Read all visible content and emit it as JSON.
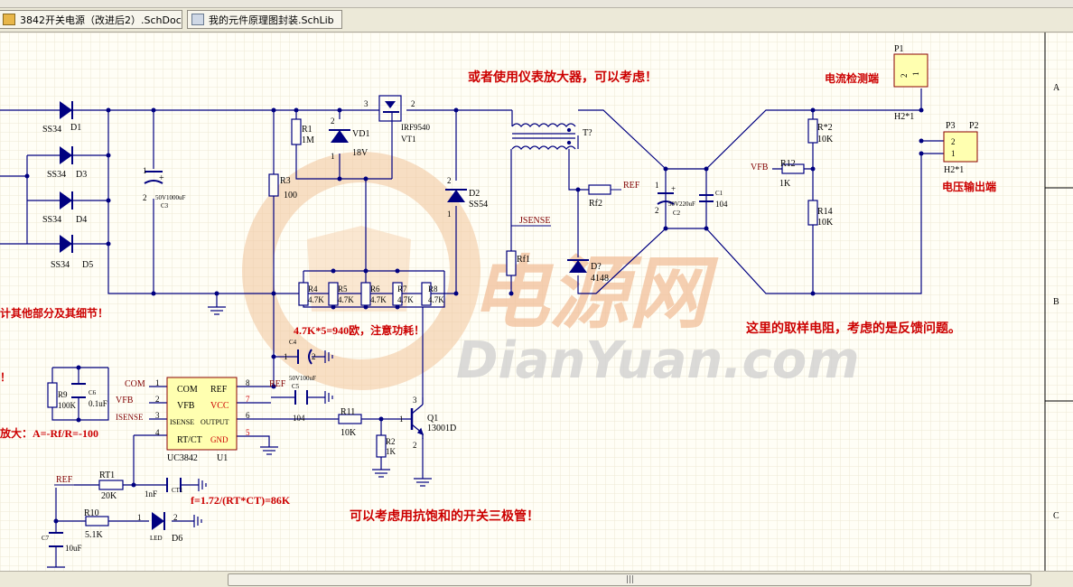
{
  "tabs": [
    {
      "label": "3842开关电源（改进后2）.SchDoc",
      "icon": "schematic-doc-icon",
      "active": true
    },
    {
      "label": "我的元件原理图封装.SchLib",
      "icon": "schematic-library-icon",
      "active": false
    }
  ],
  "watermark": {
    "chinese": "电源网",
    "latin": "DianYuan.com"
  },
  "border_zones": [
    "A",
    "B",
    "C"
  ],
  "annotations": {
    "amp": "或者使用仪表放大器，可以考虑！",
    "current_detect": "电流检测端",
    "voltage_out": "电压输出端",
    "feedback": "这里的取样电阻，考虑的是反馈问题。",
    "power_note": "4.7K*5=940欧，注意功耗！",
    "other_parts": "计其他部分及其细节！",
    "exclaim": "！",
    "amp_gain": "放大：A=-Rf/R=-100",
    "freq": "f=1.72/(RT*CT)=86K",
    "transistor": "可以考虑用抗饱和的开关三极管！"
  },
  "components": {
    "diodes": [
      {
        "ref": "D1",
        "part": "SS34"
      },
      {
        "ref": "D3",
        "part": "SS34"
      },
      {
        "ref": "D4",
        "part": "SS34"
      },
      {
        "ref": "D5",
        "part": "SS34"
      }
    ],
    "c3": {
      "ref": "C3",
      "value": "50V1000uF"
    },
    "r1": {
      "ref": "R1",
      "value": "1M"
    },
    "vd1": {
      "ref": "VD1",
      "value": "18V"
    },
    "vt1": {
      "ref": "VT1",
      "part": "IRF9540",
      "pin3": "3",
      "pin2": "2"
    },
    "r3": {
      "ref": "R3",
      "value": "100"
    },
    "d2": {
      "ref": "D2",
      "part": "SS54"
    },
    "t1": {
      "ref": "T?"
    },
    "rf2": {
      "ref": "Rf2"
    },
    "rf1": {
      "ref": "Rf1"
    },
    "d7": {
      "ref": "D?",
      "part": "4148"
    },
    "c2": {
      "ref": "C2",
      "value": "50V220uF"
    },
    "c1": {
      "ref": "C1",
      "value": "104"
    },
    "rstar": {
      "ref": "R*2",
      "value": "10K"
    },
    "r12": {
      "ref": "R12",
      "value": "1K"
    },
    "r14": {
      "ref": "R14",
      "value": "10K"
    },
    "p1": {
      "ref": "P1",
      "pins": [
        "2",
        "1"
      ],
      "part": "H2*1"
    },
    "p2": {
      "ref": "P2",
      "desig": "P3",
      "pins": [
        "2",
        "1"
      ],
      "part": "H2*1"
    },
    "rbank": [
      {
        "ref": "R4",
        "value": "4.7K"
      },
      {
        "ref": "R5",
        "value": "4.7K"
      },
      {
        "ref": "R6",
        "value": "4.7K"
      },
      {
        "ref": "R7",
        "value": "4.7K"
      },
      {
        "ref": "R8",
        "value": "4.7K"
      }
    ],
    "c4": {
      "ref": "C4",
      "value": "50V100uF"
    },
    "c5": {
      "ref": "C5",
      "value": "104"
    },
    "r9": {
      "ref": "R9",
      "value": "100K"
    },
    "c6": {
      "ref": "C6",
      "value": "0.1uF"
    },
    "uc": {
      "ref": "U1",
      "part": "UC3842"
    },
    "r11": {
      "ref": "R11",
      "value": "10K"
    },
    "r2": {
      "ref": "R2",
      "value": "1K"
    },
    "q1": {
      "ref": "Q1",
      "part": "13001D"
    },
    "rt1": {
      "ref": "RT1",
      "value": "20K"
    },
    "ct1": {
      "ref": "CT1",
      "value": "1nF"
    },
    "r10": {
      "ref": "R10",
      "value": "5.1K"
    },
    "c7": {
      "ref": "C7",
      "value": "10uF"
    },
    "d6": {
      "ref": "D6",
      "part": "LED"
    }
  },
  "ic_pins": {
    "left": [
      {
        "num": "1",
        "name": "COM"
      },
      {
        "num": "2",
        "name": "VFB"
      },
      {
        "num": "3",
        "name": "ISENSE"
      },
      {
        "num": "4",
        "name": "RT/CT"
      }
    ],
    "right": [
      {
        "num": "8",
        "name": "REF"
      },
      {
        "num": "7",
        "name": "VCC"
      },
      {
        "num": "6",
        "name": "OUTPUT"
      },
      {
        "num": "5",
        "name": "GND"
      }
    ]
  },
  "nets": {
    "com": "COM",
    "vfb": "VFB",
    "isense": "ISENSE",
    "ref": "REF",
    "jsense": "JSENSE"
  },
  "pin_numbers": {
    "one": "1",
    "two": "2",
    "three": "3",
    "plus": "+"
  },
  "colors": {
    "wire": "#000080",
    "red": "#cc0000",
    "body": "#ffffb0",
    "netlabel": "#800000",
    "grid": "#ede8d4",
    "watermark": "#f0b98a"
  }
}
